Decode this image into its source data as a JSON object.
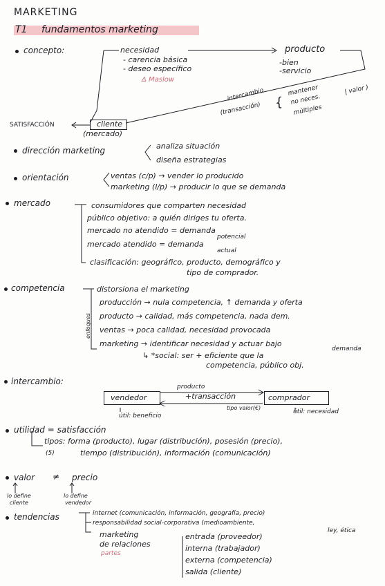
{
  "header": {
    "title": "MARKETING",
    "topic_number": "T1",
    "topic_title": "fundamentos marketing"
  },
  "concepto": {
    "label": "concepto:",
    "necesidad": "necesidad",
    "carencia": "carencia básica",
    "deseo": "deseo específico",
    "maslow": "Δ Maslow",
    "producto": "producto",
    "bien": "bien",
    "servicio": "servicio",
    "intercambio": "intercambio",
    "transaccion": "(transacción)",
    "mantener": "mantener",
    "no_neces": "no neces.",
    "multiples": "múltiples",
    "valor": "valor",
    "satisfaccion": "SATISFACCIÓN",
    "cliente": "cliente",
    "mercado": "(mercado)"
  },
  "direccion": {
    "label": "dirección marketing",
    "analiza": "analiza situación",
    "disena": "diseña estrategias"
  },
  "orientacion": {
    "label": "orientación",
    "ventas": "ventas (c/p) → vender lo producido",
    "marketing": "marketing (l/p) → producir lo que se demanda"
  },
  "mercado": {
    "label": "mercado",
    "consumidores": "consumidores que comparten necesidad",
    "publico": "público objetivo: a quién diriges tu oferta.",
    "no_atendido": "mercado no atendido = demanda",
    "potencial": "potencial",
    "atendido": "mercado atendido = demanda",
    "actual": "actual",
    "clasificacion": "clasificación: geográfico, producto, demográfico y",
    "tipo": "tipo de comprador."
  },
  "competencia": {
    "label": "competencia",
    "enfoques": "enfoques",
    "distorsiona": "distorsiona el marketing",
    "produccion": "producción → nula competencia, ↑ demanda y oferta",
    "producto": "producto → calidad, más competencia, nada dem.",
    "ventas": "ventas → poca calidad, necesidad provocada",
    "marketing": "marketing → identificar necesidad y actuar bajo",
    "demanda": "demanda",
    "social": "↳ *social: ser + eficiente que la",
    "social2": "competencia, público obj."
  },
  "intercambio": {
    "label": "intercambio:",
    "producto": "producto",
    "vendedor": "vendedor",
    "transaccion": "+transacción",
    "comprador": "comprador",
    "tipo_valor": "tipo valor(€)",
    "util_beneficio": "útil: beneficio",
    "util_necesidad": "útil: necesidad"
  },
  "utilidad": {
    "label": "utilidad = satisfacción",
    "tipos": "tipos: forma (producto), lugar (distribución), posesión (precio),",
    "count": "(5)",
    "tiempo": "tiempo (distribución), información (comunicación)"
  },
  "valor": {
    "label": "valor",
    "neq": "≠",
    "precio": "precio",
    "lo_define": "lo define",
    "cliente": "cliente",
    "lo_define2": "lo define",
    "vendedor": "vendedor"
  },
  "tendencias": {
    "label": "tendencias",
    "internet": "internet (comunicación, información, geografía, precio)",
    "responsabilidad": "responsabilidad social-corporativa (medioambiente,",
    "ley": "ley, ética",
    "marketing_rel": "marketing",
    "de_relaciones": "de relaciones",
    "partes": "partes",
    "entrada": "entrada (proveedor)",
    "interna": "interna (trabajador)",
    "externa": "externa (competencia)",
    "salida": "salida (cliente)"
  }
}
